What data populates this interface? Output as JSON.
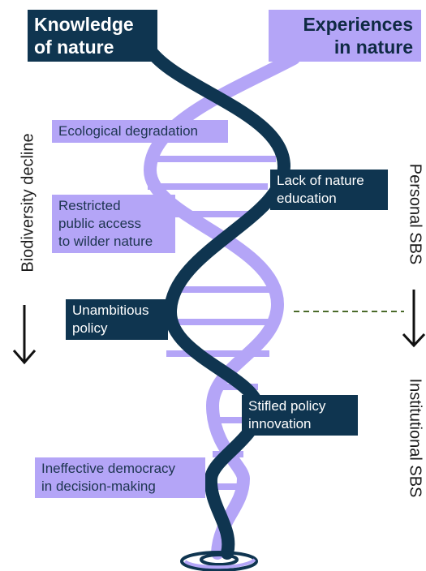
{
  "titles": {
    "knowledge": "Knowledge\nof nature",
    "experiences": "Experiences\nin nature"
  },
  "side_labels": {
    "left": "Biodiversity decline",
    "right_top": "Personal SBS",
    "right_bottom": "Institutional SBS"
  },
  "labels": {
    "ecological_degradation": "Ecological degradation",
    "lack_of_nature_education": "Lack of nature\neducation",
    "restricted_access": "Restricted\npublic access\nto wilder nature",
    "unambitious_policy": "Unambitious\npolicy",
    "stifled_policy": "Stifled policy\ninnovation",
    "ineffective_democracy": "Ineffective democracy\nin decision-making"
  },
  "colors": {
    "dark_strand": "#0f3550",
    "light_strand": "#b4a5f7",
    "divider": "#4a6a2a"
  }
}
